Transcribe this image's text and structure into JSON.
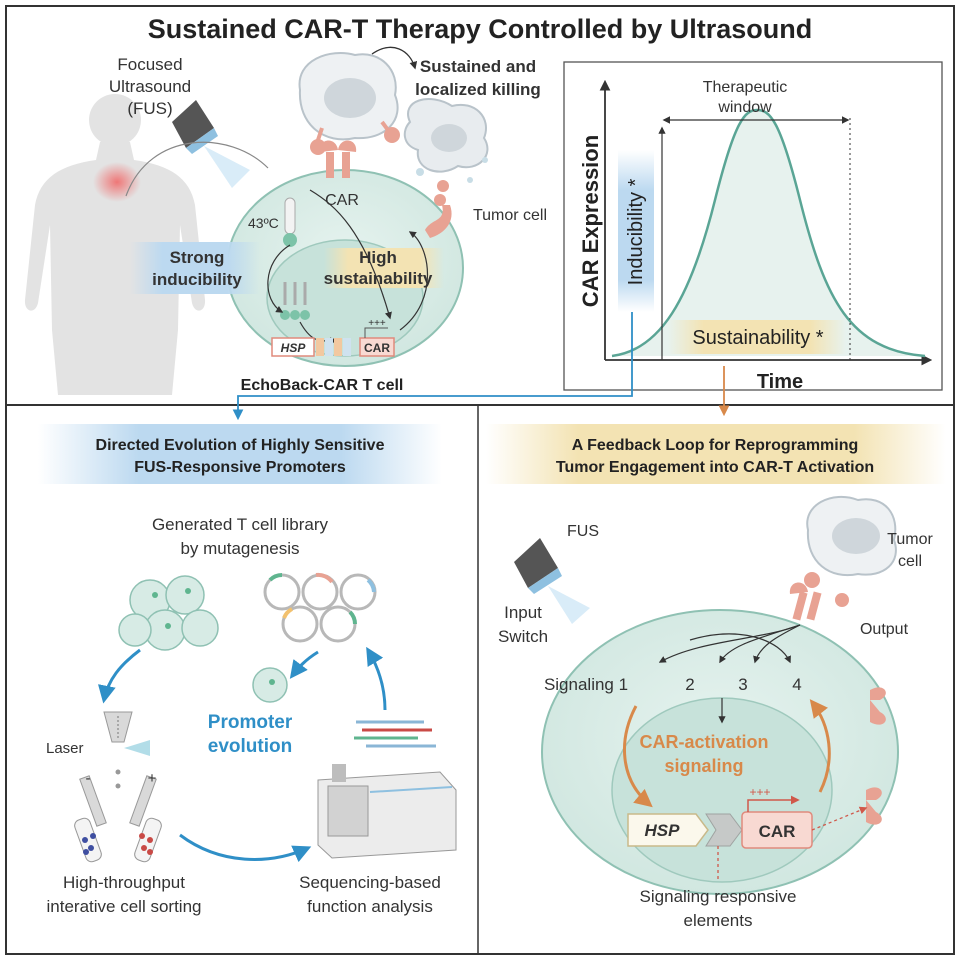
{
  "title": "Sustained CAR-T Therapy Controlled by Ultrasound",
  "top": {
    "fus_label": [
      "Focused",
      "Ultrasound",
      "(FUS)"
    ],
    "sustained_label": [
      "Sustained and",
      "localized killing"
    ],
    "car_label": "CAR",
    "tumor_label": "Tumor cell",
    "temp_label": "43ºC",
    "high_sust_label": [
      "High",
      "sustainability"
    ],
    "strong_ind_label": [
      "Strong",
      "inducibility"
    ],
    "hsp_label": "HSP",
    "car_gene_label": "CAR",
    "plus_label": "+++",
    "cell_name": "EchoBack-CAR T cell"
  },
  "graph": {
    "ylabel": "CAR Expression",
    "xlabel": "Time",
    "window_label": [
      "Therapeutic",
      "window"
    ],
    "inducibility_label": "Inducibility *",
    "sustainability_label": "Sustainability *"
  },
  "bottom_left": {
    "header": [
      "Directed Evolution of Highly Sensitive",
      "FUS-Responsive Promoters"
    ],
    "library_label": [
      "Generated T cell library",
      "by mutagenesis"
    ],
    "laser_label": "Laser",
    "minus": "-",
    "plus": "+",
    "promoter_label": [
      "Promoter",
      "evolution"
    ],
    "sorting_label": [
      "High-throughput",
      "interative cell sorting"
    ],
    "seq_label": [
      "Sequencing-based",
      "function analysis"
    ]
  },
  "bottom_right": {
    "header": [
      "A Feedback Loop for Reprogramming",
      "Tumor Engagement into CAR-T Activation"
    ],
    "fus_label": "FUS",
    "input_label": [
      "Input",
      "Switch"
    ],
    "tumor_label": [
      "Tumor",
      "cell"
    ],
    "output_label": "Output",
    "signaling_labels": [
      "Signaling 1",
      "2",
      "3",
      "4"
    ],
    "activation_label": [
      "CAR-activation",
      "signaling"
    ],
    "hsp_label": "HSP",
    "car_label": "CAR",
    "plus_label": "+++",
    "elements_label": [
      "Signaling responsive",
      "elements"
    ]
  },
  "colors": {
    "border": "#333333",
    "cell_fill": "#d7ebe5",
    "cell_stroke": "#8fc1b3",
    "blue": "#2f8fc7",
    "orange": "#d8894a",
    "pink": "#e8a293",
    "teal_curve": "#5aa595"
  }
}
